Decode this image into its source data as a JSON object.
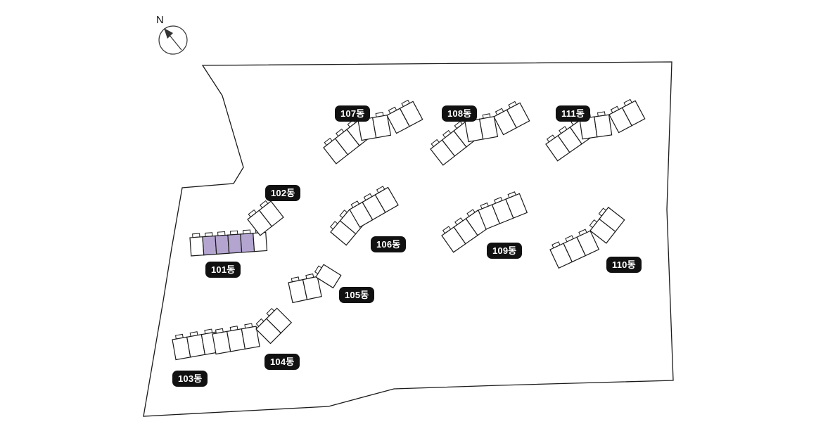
{
  "compass": {
    "north_label": "N"
  },
  "colors": {
    "highlight": "#b4a5d0",
    "badge_background": "#111111",
    "badge_text": "#ffffff",
    "outline": "#1a1a1a",
    "background": "#ffffff"
  },
  "buildings": [
    {
      "id": "101",
      "label": "101동",
      "highlighted": true,
      "highlighted_unit_count": 4
    },
    {
      "id": "102",
      "label": "102동",
      "highlighted": false
    },
    {
      "id": "103",
      "label": "103동",
      "highlighted": false
    },
    {
      "id": "104",
      "label": "104동",
      "highlighted": false
    },
    {
      "id": "105",
      "label": "105동",
      "highlighted": false
    },
    {
      "id": "106",
      "label": "106동",
      "highlighted": false
    },
    {
      "id": "107",
      "label": "107동",
      "highlighted": false
    },
    {
      "id": "108",
      "label": "108동",
      "highlighted": false
    },
    {
      "id": "109",
      "label": "109동",
      "highlighted": false
    },
    {
      "id": "110",
      "label": "110동",
      "highlighted": false
    },
    {
      "id": "111",
      "label": "111동",
      "highlighted": false
    }
  ]
}
